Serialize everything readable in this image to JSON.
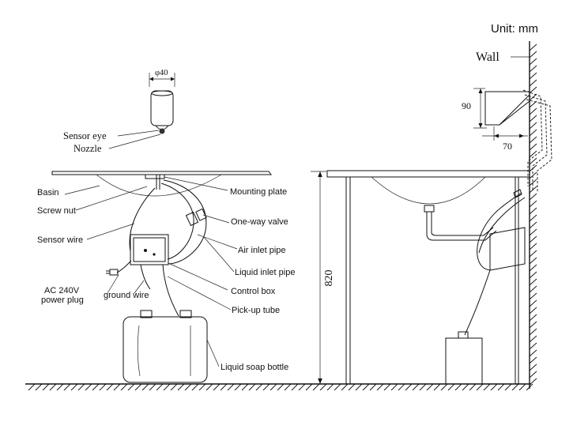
{
  "unit_label": "Unit: mm",
  "wall_label": "Wall",
  "dimensions": {
    "sensor_diameter": "φ40",
    "height": "820",
    "bracket_height": "90",
    "bracket_depth": "70"
  },
  "sensor_labels": {
    "sensor_eye": "Sensor eye",
    "nozzle": "Nozzle"
  },
  "left_labels": {
    "basin": "Basin",
    "screw_nut": "Screw nut",
    "sensor_wire": "Sensor wire",
    "power_plug_1": "AC 240V",
    "power_plug_2": "power plug",
    "ground_wire": "ground wire"
  },
  "right_labels": {
    "mounting_plate": "Mounting plate",
    "one_way_valve": "One-way valve",
    "air_inlet_pipe": "Air inlet pipe",
    "liquid_inlet_pipe": "Liquid inlet pipe",
    "control_box": "Control box",
    "pickup_tube": "Pick-up tube",
    "liquid_soap_bottle": "Liquid soap bottle"
  }
}
